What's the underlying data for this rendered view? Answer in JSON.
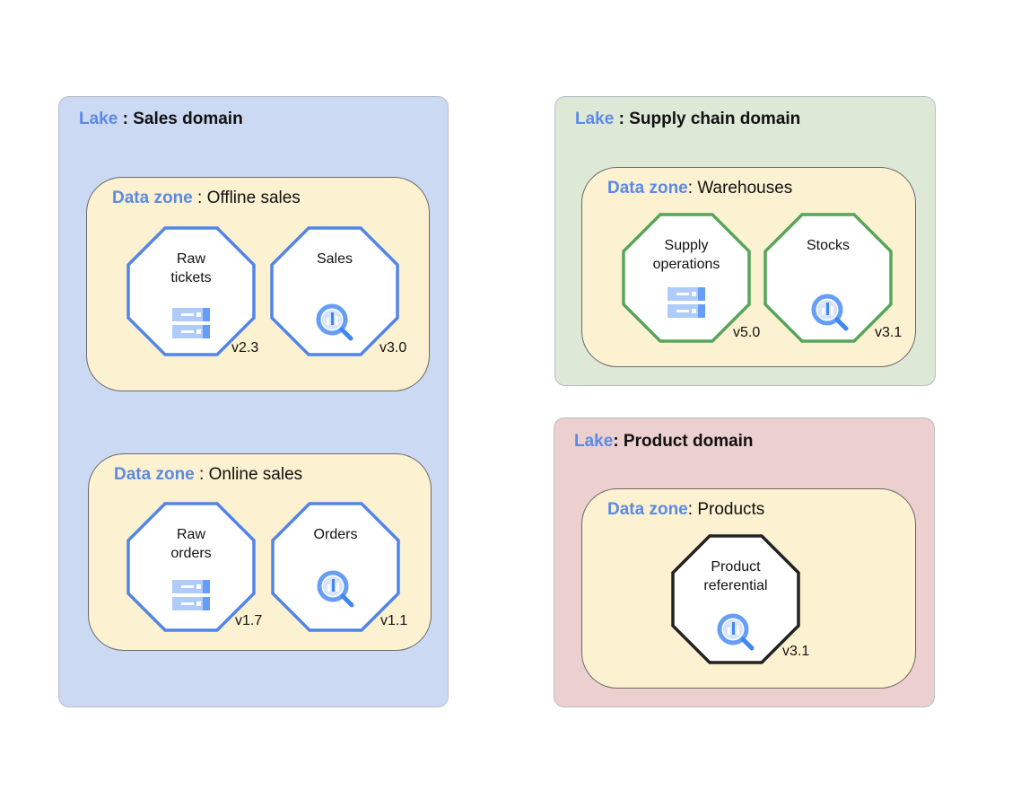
{
  "keyword_lake": "Lake",
  "keyword_zone": "Data zone",
  "colors": {
    "sales_lake": "#cbd9f3",
    "supply_lake": "#dde8d6",
    "product_lake": "#eccfcf",
    "zone": "#fcf1d0",
    "blue": "#5285e8",
    "green": "#57a55a",
    "black": "#222222",
    "accent_text": "#5b8ae6"
  },
  "lakes": [
    {
      "sep": " : ",
      "name": "Sales domain",
      "zones": [
        {
          "sep": " : ",
          "name": "Offline sales",
          "assets": [
            {
              "label": "Raw tickets",
              "icon": "database-icon",
              "version": "v2.3"
            },
            {
              "label": "Sales",
              "icon": "bigquery-icon",
              "version": "v3.0"
            }
          ]
        },
        {
          "sep": " : ",
          "name": "Online sales",
          "assets": [
            {
              "label": "Raw orders",
              "icon": "database-icon",
              "version": "v1.7"
            },
            {
              "label": "Orders",
              "icon": "bigquery-icon",
              "version": "v1.1"
            }
          ]
        }
      ]
    },
    {
      "sep": " : ",
      "name": "Supply chain domain",
      "zones": [
        {
          "sep": ": ",
          "name": "Warehouses",
          "assets": [
            {
              "label": "Supply operations",
              "icon": "database-icon",
              "version": "v5.0"
            },
            {
              "label": "Stocks",
              "icon": "bigquery-icon",
              "version": "v3.1"
            }
          ]
        }
      ]
    },
    {
      "sep": ": ",
      "name": "Product domain",
      "zones": [
        {
          "sep": ": ",
          "name": "Products",
          "assets": [
            {
              "label": "Product referential",
              "icon": "bigquery-icon",
              "version": "v3.1"
            }
          ]
        }
      ]
    }
  ]
}
